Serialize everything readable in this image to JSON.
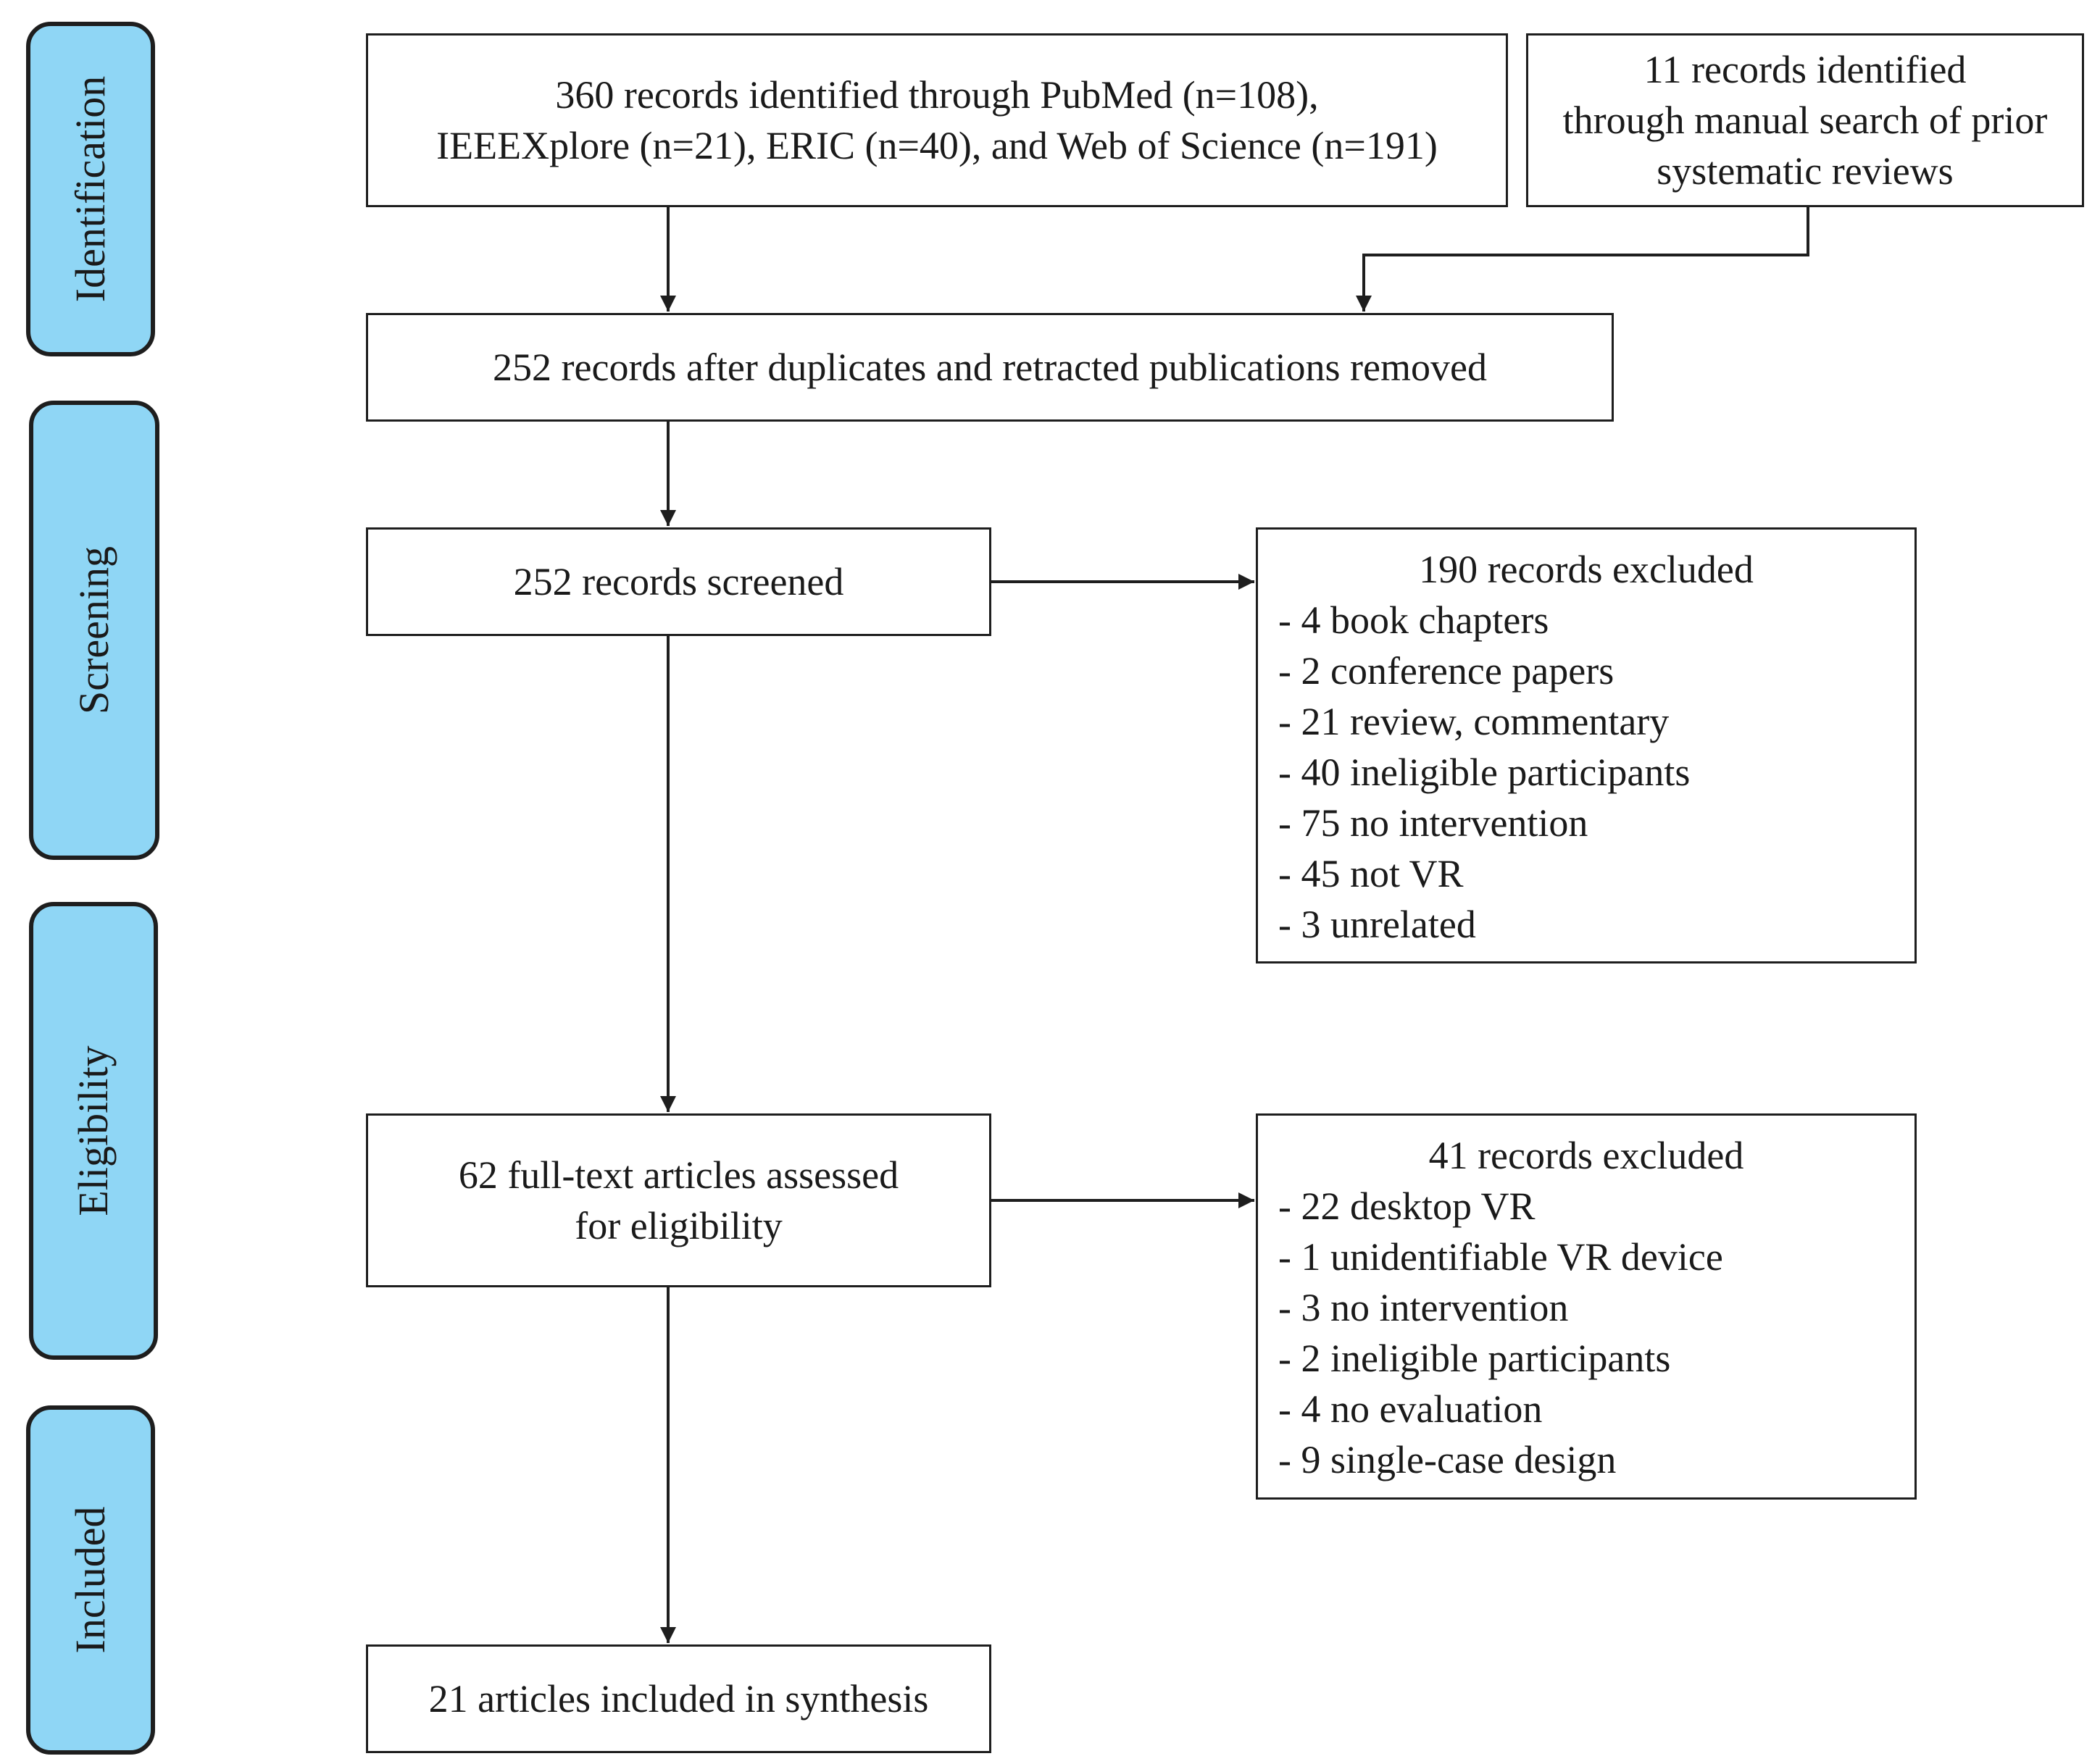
{
  "phases": {
    "identification": "Identification",
    "screening": "Screening",
    "eligibility": "Eligibility",
    "included": "Included"
  },
  "boxes": {
    "databases": {
      "lines": [
        "360 records identified through PubMed (n=108),",
        "IEEEXplore (n=21), ERIC (n=40), and Web of Science (n=191)"
      ]
    },
    "manual_search": {
      "lines": [
        "11 records identified",
        "through manual search of prior",
        "systematic reviews"
      ]
    },
    "deduplicated": "252 records after duplicates and retracted publications removed",
    "screened": "252 records screened",
    "screening_excluded": {
      "title": "190 records excluded",
      "items": [
        "- 4 book chapters",
        "- 2 conference papers",
        "- 21 review, commentary",
        "- 40 ineligible participants",
        "- 75 no intervention",
        "- 45 not VR",
        "- 3 unrelated"
      ]
    },
    "full_text": {
      "lines": [
        "62 full-text articles assessed",
        "for eligibility"
      ]
    },
    "eligibility_excluded": {
      "title": "41 records excluded",
      "items": [
        "- 22 desktop VR",
        "- 1 unidentifiable VR device",
        "- 3 no intervention",
        "- 2 ineligible participants",
        "- 4 no evaluation",
        "- 9 single-case design"
      ]
    },
    "included": "21 articles included in synthesis"
  },
  "colors": {
    "phase_fill": "#8fd6f5",
    "stroke": "#1e1e1e",
    "text": "#1a1a1a"
  }
}
